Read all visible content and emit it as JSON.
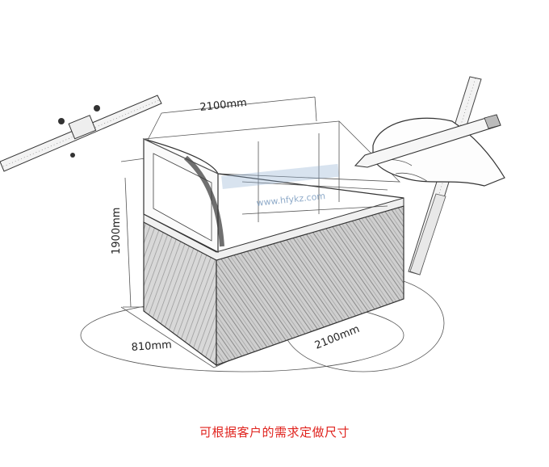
{
  "dimensions": {
    "top_width": "2100mm",
    "height": "1900mm",
    "depth": "810mm",
    "bottom_width": "2100mm"
  },
  "watermark": {
    "url": "www.hfykz.com"
  },
  "caption": "可根据客户的需求定做尺寸",
  "colors": {
    "caption": "#e0231e",
    "watermark": "#6a8fb8",
    "sketch_line": "#333333"
  },
  "icons": [
    "ruler-icon",
    "pencil-icon",
    "hand-icon",
    "display-cabinet"
  ]
}
